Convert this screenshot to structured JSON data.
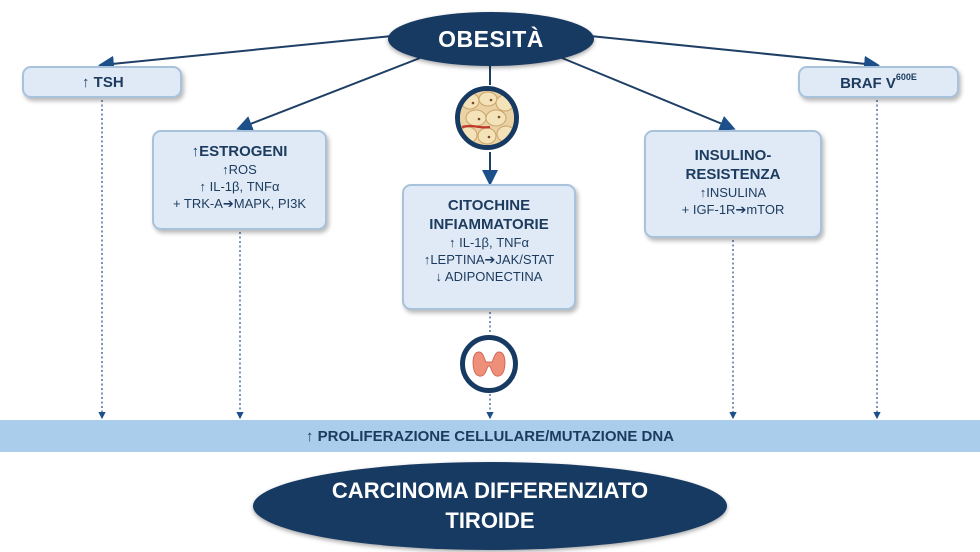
{
  "top_node": {
    "label": "OBESITÀ"
  },
  "nodes": {
    "tsh": {
      "label": "↑ TSH"
    },
    "braf": {
      "label": "BRAF V",
      "superscript": "600E"
    },
    "estrogeni": {
      "title": "↑ESTROGENI",
      "lines": [
        "↑ROS",
        "↑ IL-1β, TNFα",
        "+ TRK-A➔MAPK, PI3K"
      ]
    },
    "citochine": {
      "title_lines": [
        "CITOCHINE",
        "INFIAMMATORIE"
      ],
      "lines": [
        "↑ IL-1β, TNFα",
        "↑LEPTINA➔JAK/STAT",
        "↓ ADIPONECTINA"
      ]
    },
    "insulino": {
      "title_lines": [
        "INSULINO-",
        "RESISTENZA"
      ],
      "lines": [
        "↑INSULINA",
        "+ IGF-1R➔mTOR"
      ]
    }
  },
  "band": {
    "label": "↑ PROLIFERAZIONE CELLULARE/MUTAZIONE DNA"
  },
  "bottom_node": {
    "lines": [
      "CARCINOMA DIFFERENZIATO",
      "TIROIDE"
    ]
  },
  "icons": {
    "adipose": "adipose-tissue-icon",
    "thyroid": "thyroid-gland-icon"
  },
  "colors": {
    "navy": "#173a63",
    "box_fill": "#dfeaf6",
    "band": "#a9cdea",
    "text": "#1c3b5e"
  }
}
